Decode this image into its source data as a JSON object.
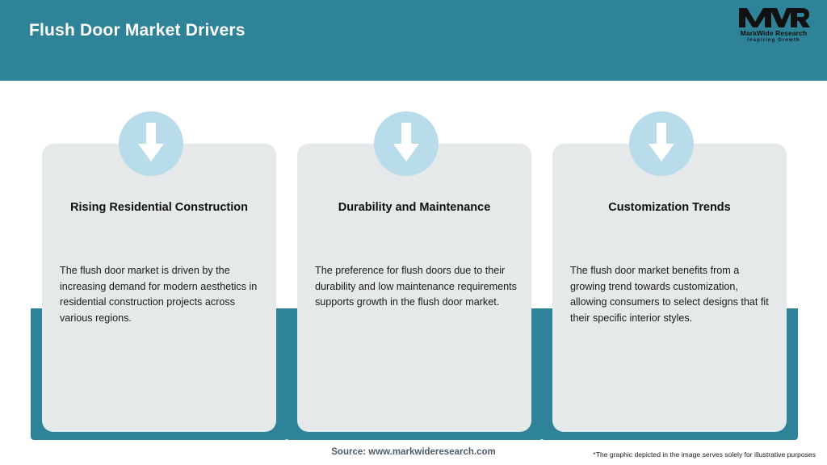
{
  "header": {
    "title": "Flush Door Market Drivers",
    "background_color": "#2f8399",
    "logo": {
      "mark": "MWR",
      "name": "MarkWide Research",
      "tagline": "Inspiring Growth"
    }
  },
  "theme": {
    "teal": "#2f8399",
    "icon_circle": "#b8dcea",
    "card_background": "#e6e9ea",
    "arrow": "#ffffff"
  },
  "cards": [
    {
      "icon": "arrow-down-icon",
      "title": "Rising Residential Construction",
      "body": "The flush door market is driven by the increasing demand for modern aesthetics in residential construction projects across various regions."
    },
    {
      "icon": "arrow-down-icon",
      "title": "Durability and Maintenance",
      "body": "The preference for flush doors due to their durability and low maintenance requirements supports growth in the flush door market."
    },
    {
      "icon": "arrow-down-icon",
      "title": "Customization Trends",
      "body": "The flush door market benefits from a growing trend towards customization, allowing consumers to select designs that fit their specific interior styles."
    }
  ],
  "footer": {
    "source": "Source: www.markwideresearch.com",
    "disclaimer": "*The graphic depicted in the image serves solely for illustrative purposes"
  }
}
